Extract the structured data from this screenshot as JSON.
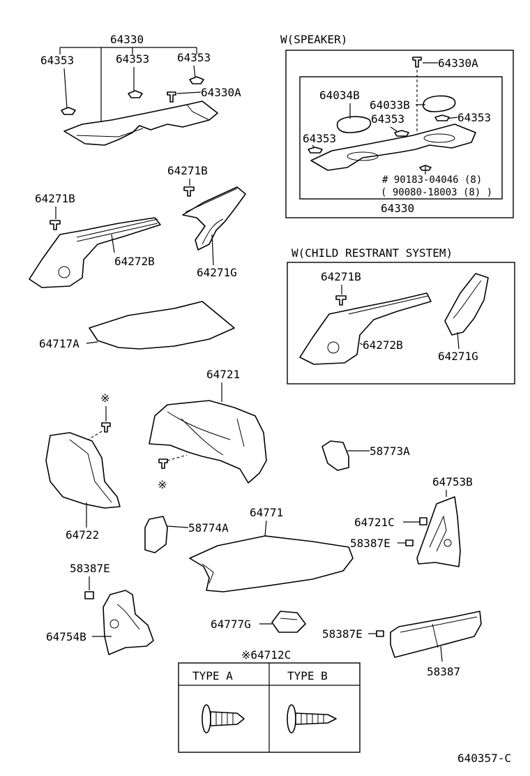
{
  "labels": {
    "l64330_top": "64330",
    "l64353_a": "64353",
    "l64353_b": "64353",
    "l64353_c": "64353",
    "l64330A_left": "64330A",
    "l64271B_mid": "64271B",
    "l64271B_left": "64271B",
    "l64272B_left": "64272B",
    "l64271G_mid": "64271G",
    "l64717A": "64717A",
    "l64721": "64721",
    "l64722": "64722",
    "l58773A": "58773A",
    "l64753B": "64753B",
    "l64721C": "64721C",
    "l58387E_right": "58387E",
    "l58774A": "58774A",
    "l64771": "64771",
    "l58387E_left": "58387E",
    "l64754B": "64754B",
    "l64777G": "64777G",
    "l58387E_bottom": "58387E",
    "l58387": "58387",
    "l64712C": "※64712C",
    "type_a": "TYPE A",
    "type_b": "TYPE B",
    "mark_top": "※",
    "mark_bottom": "※",
    "footer_code": "640357-C"
  },
  "speaker_box": {
    "title": "W(SPEAKER)",
    "l64330A": "64330A",
    "l64034B": "64034B",
    "l64033B": "64033B",
    "l64353_a": "64353",
    "l64353_b": "64353",
    "l64353_c": "64353",
    "note1": "# 90183-04046 (8)",
    "note2": "( 90080-18003 (8) )",
    "l64330": "64330"
  },
  "crs_box": {
    "title": "W(CHILD RESTRANT SYSTEM)",
    "l64271B": "64271B",
    "l64272B": "64272B",
    "l64271G": "64271G"
  }
}
